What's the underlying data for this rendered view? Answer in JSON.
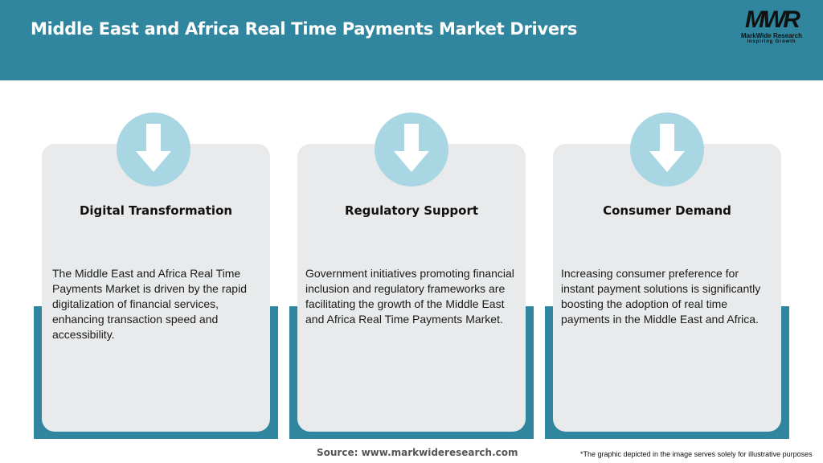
{
  "header": {
    "title": "Middle East and Africa Real Time Payments Market Drivers",
    "logo": {
      "mark": "MWR",
      "name": "MarkWide Research",
      "tagline": "Inspiring Growth"
    }
  },
  "colors": {
    "accent": "#2f869e",
    "card_bg": "#e8eaeb",
    "circle": "#a9d6e3"
  },
  "cards": [
    {
      "icon": "arrow-down-icon",
      "title": "Digital Transformation",
      "text": "The Middle East and Africa Real Time Payments Market is driven by the rapid digitalization of financial services, enhancing transaction speed and accessibility."
    },
    {
      "icon": "arrow-down-icon",
      "title": "Regulatory Support",
      "text": "Government initiatives promoting financial inclusion and regulatory frameworks are facilitating the growth of the Middle East and Africa Real Time Payments Market."
    },
    {
      "icon": "arrow-down-icon",
      "title": "Consumer Demand",
      "text": "Increasing consumer preference for instant payment solutions is significantly boosting the adoption of real time payments in the Middle East and Africa."
    }
  ],
  "footer": {
    "source": "Source: www.markwideresearch.com",
    "note": "*The graphic depicted in the image serves solely for illustrative purposes"
  }
}
